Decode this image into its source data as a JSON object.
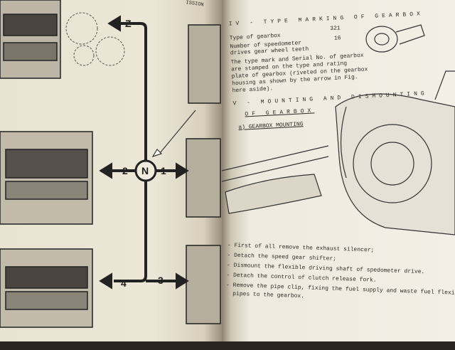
{
  "left_page": {
    "header_fragment": "ISSION",
    "shift_pattern": {
      "positions": [
        "Z",
        "N",
        "1",
        "2",
        "3",
        "4"
      ]
    }
  },
  "right_page": {
    "section_iv": {
      "heading": "IV - TYPE MARKING OF GEARBOX",
      "rows": [
        {
          "label": "Type of gearbox",
          "value": "321"
        },
        {
          "label": "Number of speedometer drives gear wheel teeth",
          "value": "16"
        }
      ],
      "note": [
        "The type mark and Serial No. of gearbox",
        "are stamped on the type and rating",
        "plate of gearbox (riveted on the gearbox",
        "housing as shown by the arrow in Fig.",
        "here aside)."
      ]
    },
    "section_v": {
      "heading_1": "V - MOUNTING AND DISMOUNTING",
      "heading_2": "OF GEARBOX",
      "subheading": "a) GEARBOX MOUNTING"
    },
    "steps": [
      "- First of all remove the exhaust silencer;",
      "- Detach the speed gear shifter;",
      "- Dismount the flexible driving shaft of spedometer drive.",
      "- Detach the control of clutch release fork.",
      "- Remove the pipe clip, fixing the fuel supply and waste fuel flexi",
      "  pipes to the gearbox."
    ]
  }
}
